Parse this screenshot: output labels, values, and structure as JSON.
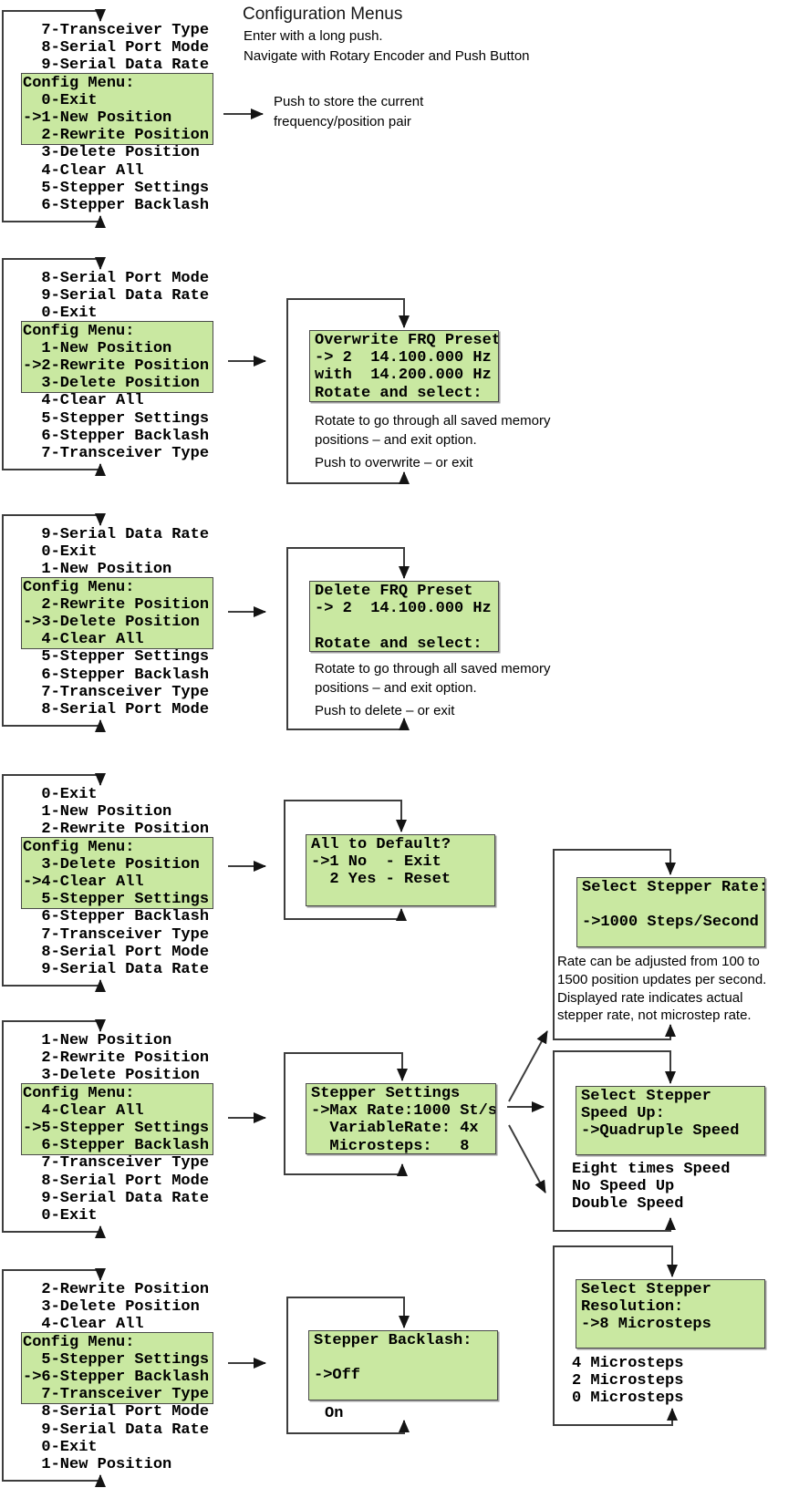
{
  "header": {
    "heading": "Configuration Menus",
    "subtitle1": "Enter with a long push.",
    "subtitle2": "Navigate with Rotary Encoder and Push Button"
  },
  "note": {
    "lines": [
      "Push to store the current",
      "frequency/position pair"
    ]
  },
  "colors": {
    "lcd_green": "#c9e8a1",
    "line": "#3d3d3d",
    "arrowhead": "#111111"
  },
  "menus": [
    {
      "name": "config-menu-new-position",
      "lines": [
        "  7-Transceiver Type",
        "  8-Serial Port Mode",
        "  9-Serial Data Rate",
        "Config Menu:",
        "  0-Exit",
        "->1-New Position",
        "  2-Rewrite Position",
        "  3-Delete Position",
        "  4-Clear All",
        "  5-Stepper Settings",
        "  6-Stepper Backlash"
      ]
    },
    {
      "name": "config-menu-rewrite-position",
      "lines": [
        "  8-Serial Port Mode",
        "  9-Serial Data Rate",
        "  0-Exit",
        "Config Menu:",
        "  1-New Position",
        "->2-Rewrite Position",
        "  3-Delete Position",
        "  4-Clear All",
        "  5-Stepper Settings",
        "  6-Stepper Backlash",
        "  7-Transceiver Type"
      ]
    },
    {
      "name": "config-menu-delete-position",
      "lines": [
        "  9-Serial Data Rate",
        "  0-Exit",
        "  1-New Position",
        "Config Menu:",
        "  2-Rewrite Position",
        "->3-Delete Position",
        "  4-Clear All",
        "  5-Stepper Settings",
        "  6-Stepper Backlash",
        "  7-Transceiver Type",
        "  8-Serial Port Mode"
      ]
    },
    {
      "name": "config-menu-clear-all",
      "lines": [
        "  0-Exit",
        "  1-New Position",
        "  2-Rewrite Position",
        "Config Menu:",
        "  3-Delete Position",
        "->4-Clear All",
        "  5-Stepper Settings",
        "  6-Stepper Backlash",
        "  7-Transceiver Type",
        "  8-Serial Port Mode",
        "  9-Serial Data Rate"
      ]
    },
    {
      "name": "config-menu-stepper-settings",
      "lines": [
        "  1-New Position",
        "  2-Rewrite Position",
        "  3-Delete Position",
        "Config Menu:",
        "  4-Clear All",
        "->5-Stepper Settings",
        "  6-Stepper Backlash",
        "  7-Transceiver Type",
        "  8-Serial Port Mode",
        "  9-Serial Data Rate",
        "  0-Exit"
      ]
    },
    {
      "name": "config-menu-stepper-backlash",
      "lines": [
        "  2-Rewrite Position",
        "  3-Delete Position",
        "  4-Clear All",
        "Config Menu:",
        "  5-Stepper Settings",
        "->6-Stepper Backlash",
        "  7-Transceiver Type",
        "  8-Serial Port Mode",
        "  9-Serial Data Rate",
        "  0-Exit",
        "  1-New Position"
      ]
    }
  ],
  "screens": [
    {
      "name": "lcd-overwrite-frq-preset",
      "lines": [
        "Overwrite FRQ Preset",
        "-> 2  14.100.000 Hz",
        "with  14.200.000 Hz",
        "Rotate and select:"
      ],
      "caption": [
        [
          "Rotate to go through all saved memory",
          "positions – and exit option."
        ],
        [
          "Push to overwrite – or exit"
        ]
      ]
    },
    {
      "name": "lcd-delete-frq-preset",
      "lines": [
        "Delete FRQ Preset",
        "-> 2  14.100.000 Hz",
        "",
        "Rotate and select:"
      ],
      "caption": [
        [
          "Rotate to go through all saved memory",
          "positions – and exit option."
        ],
        [
          "Push to delete – or exit"
        ]
      ]
    },
    {
      "name": "lcd-all-to-default",
      "lines": [
        "All to Default?",
        "->1 No  - Exit",
        "  2 Yes - Reset",
        ""
      ]
    },
    {
      "name": "lcd-stepper-settings",
      "lines": [
        "Stepper Settings",
        "->Max Rate:1000 St/s",
        "  VariableRate: 4x",
        "  Microsteps:   8"
      ]
    },
    {
      "name": "lcd-stepper-backlash",
      "lines": [
        "Stepper Backlash:",
        "",
        "->Off",
        ""
      ],
      "options": [
        "On"
      ]
    },
    {
      "name": "lcd-select-stepper-rate",
      "lines": [
        "Select Stepper Rate:",
        "",
        "->1000 Steps/Second",
        ""
      ],
      "caption": [
        [
          "Rate can be adjusted from 100 to",
          "1500 position updates per second.",
          "Displayed rate indicates actual",
          "stepper rate, not microstep rate."
        ]
      ]
    },
    {
      "name": "lcd-select-stepper-speed-up",
      "lines": [
        "Select Stepper",
        "Speed Up:",
        "->Quadruple Speed",
        ""
      ],
      "options": [
        "Eight times Speed",
        "No Speed Up",
        "Double Speed"
      ]
    },
    {
      "name": "lcd-select-stepper-resolution",
      "lines": [
        "Select Stepper",
        "Resolution:",
        "->8 Microsteps",
        ""
      ],
      "options": [
        "4 Microsteps",
        "2 Microsteps",
        "0 Microsteps"
      ]
    }
  ]
}
